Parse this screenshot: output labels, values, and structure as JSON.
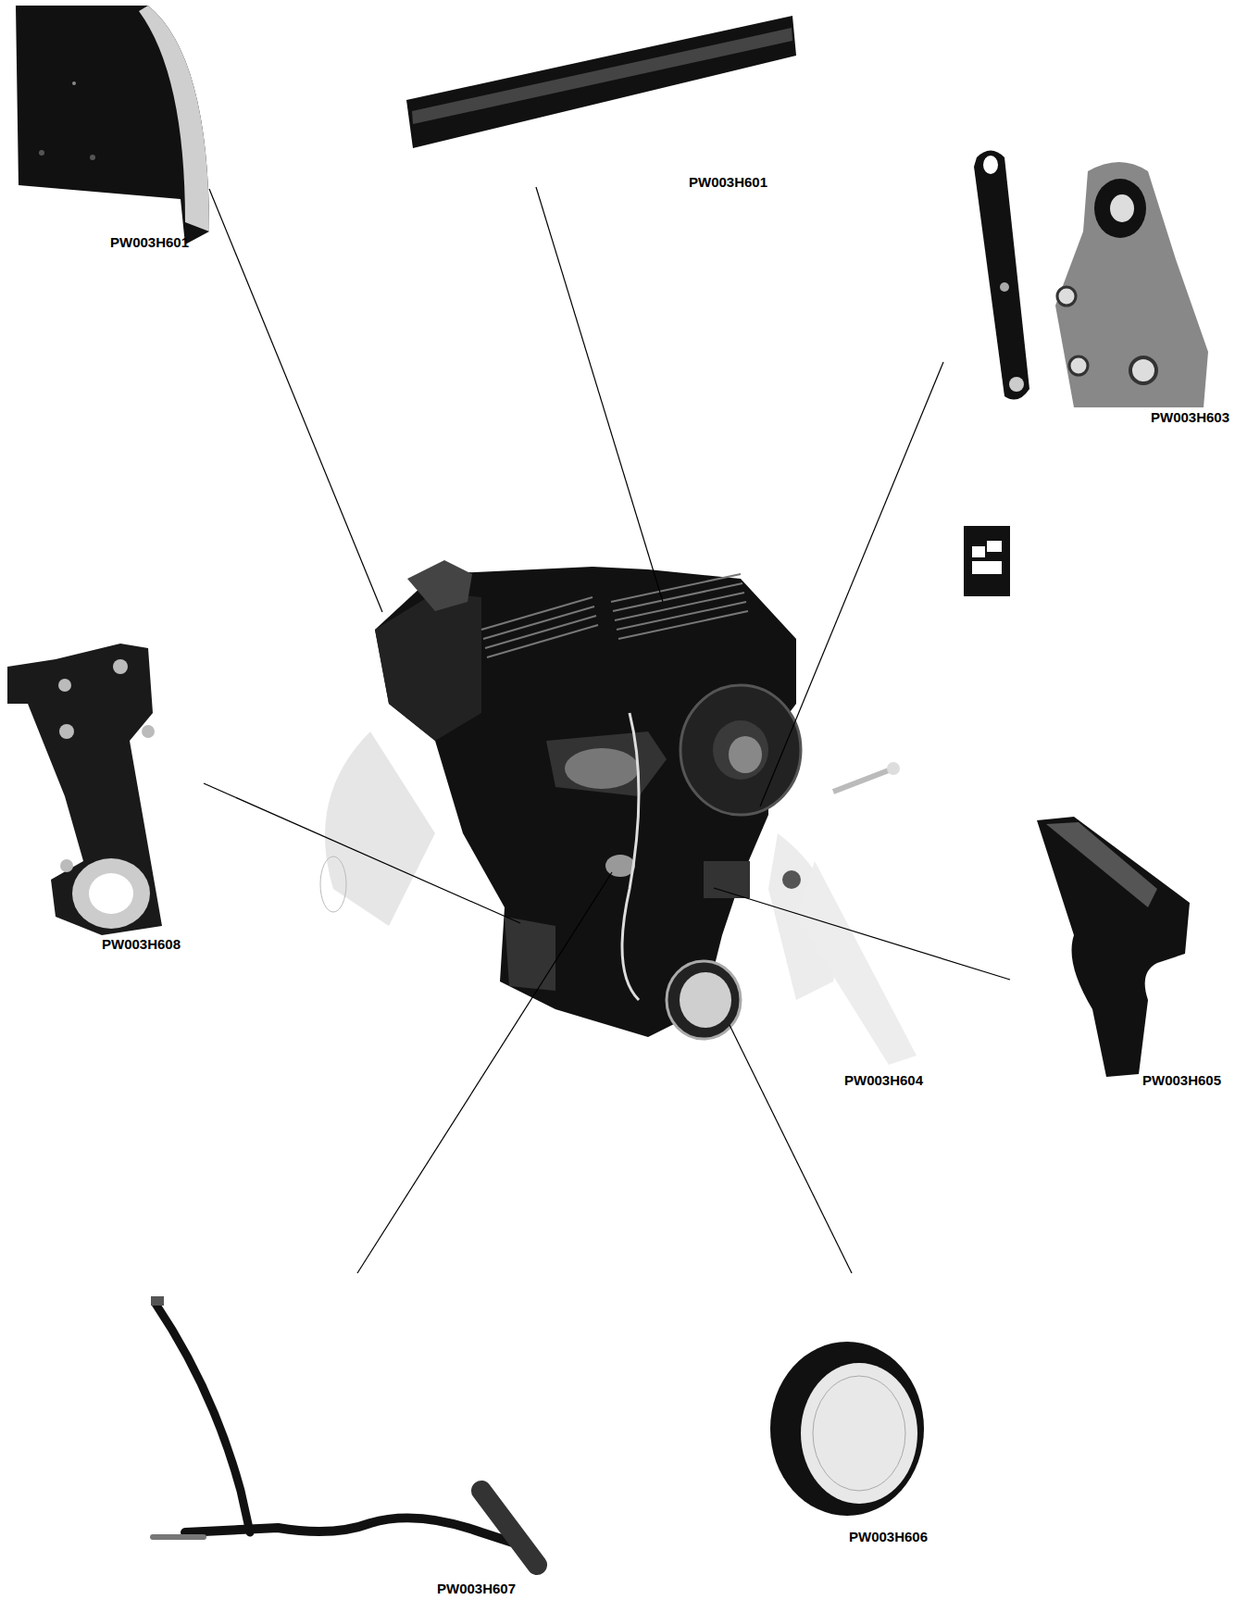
{
  "diagram": {
    "labels": [
      "PW003H601",
      "PW003H601",
      "PW003H603",
      "PW003H608",
      "PW003H604",
      "PW003H605",
      "PW003H606",
      "PW003H607"
    ]
  }
}
